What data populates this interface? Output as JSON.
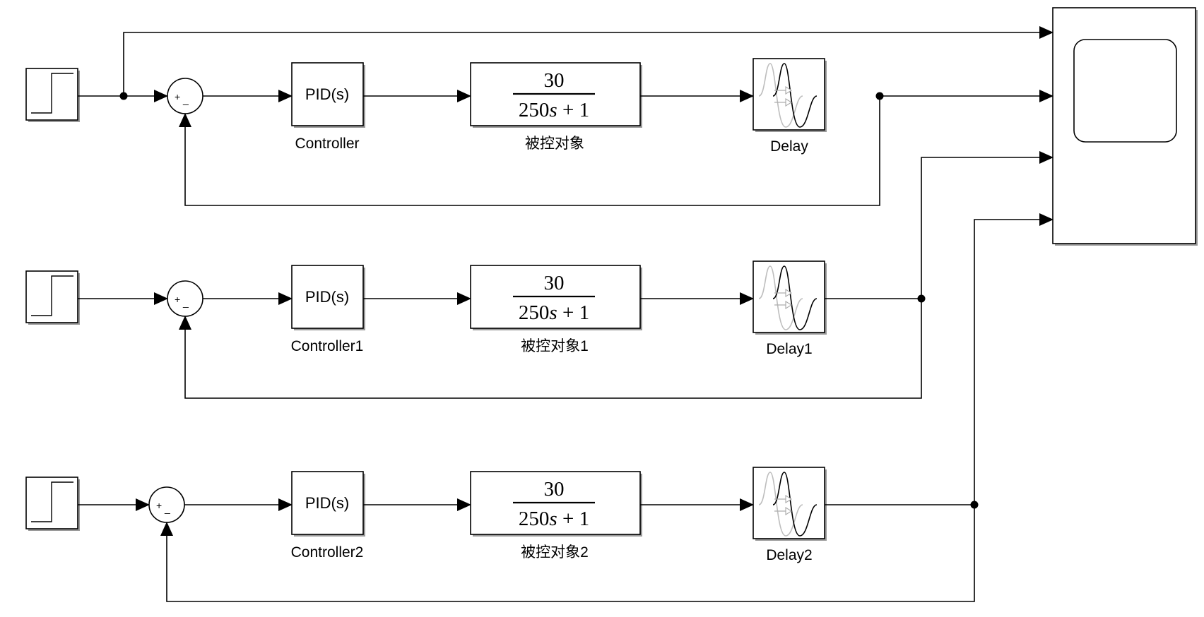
{
  "diagram": {
    "rows": [
      {
        "controller": {
          "text": "PID(s)",
          "label": "Controller"
        },
        "plant": {
          "numerator": "30",
          "den_coef": "250",
          "den_var": "s",
          "den_tail": " + 1",
          "label": "被控对象"
        },
        "delay": {
          "label": "Delay"
        },
        "sum": {
          "plus": "+",
          "minus": "_"
        }
      },
      {
        "controller": {
          "text": "PID(s)",
          "label": "Controller1"
        },
        "plant": {
          "numerator": "30",
          "den_coef": "250",
          "den_var": "s",
          "den_tail": " + 1",
          "label": "被控对象1"
        },
        "delay": {
          "label": "Delay1"
        },
        "sum": {
          "plus": "+",
          "minus": "_"
        }
      },
      {
        "controller": {
          "text": "PID(s)",
          "label": "Controller2"
        },
        "plant": {
          "numerator": "30",
          "den_coef": "250",
          "den_var": "s",
          "den_tail": " + 1",
          "label": "被控对象2"
        },
        "delay": {
          "label": "Delay2"
        },
        "sum": {
          "plus": "+",
          "minus": "_"
        }
      }
    ]
  }
}
